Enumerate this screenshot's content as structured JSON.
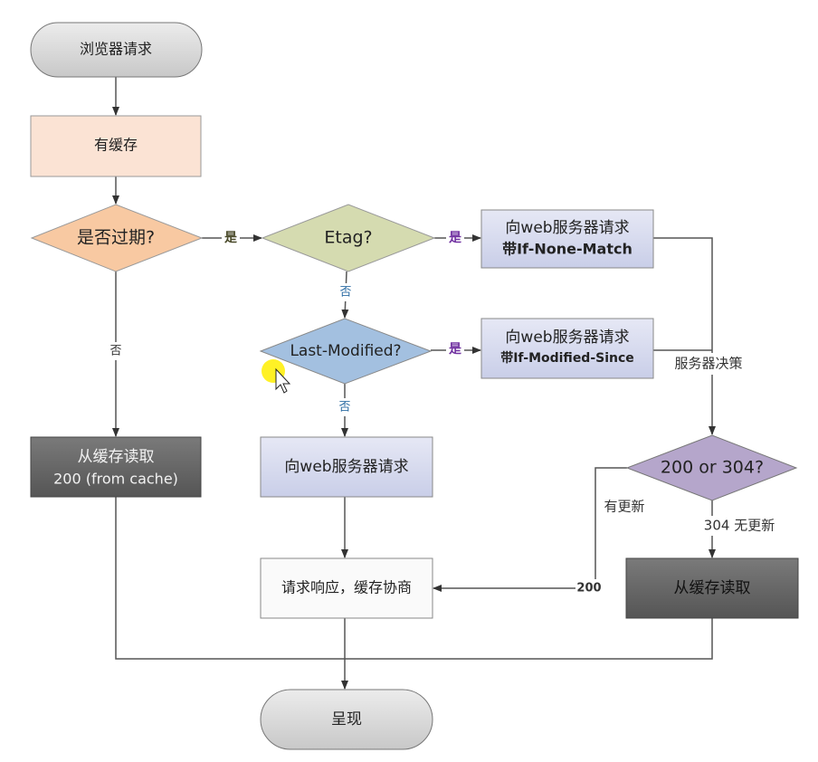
{
  "nodes": {
    "start": "浏览器请求",
    "has_cache": "有缓存",
    "expired": "是否过期?",
    "etag": "Etag?",
    "req_none_match": {
      "line1": "向web服务器请求",
      "line2": "带If-None-Match"
    },
    "last_modified": "Last-Modified?",
    "req_modified_since": {
      "line1": "向web服务器请求",
      "line2": "带If-Modified-Since"
    },
    "read_cache_200": {
      "line1": "从缓存读取",
      "line2": "200 (from cache)"
    },
    "req_server": "向web服务器请求",
    "status_decision": "200 or 304?",
    "response_negotiate": "请求响应，缓存协商",
    "read_cache_304": "从缓存读取",
    "end": "呈现"
  },
  "edge_labels": {
    "expired_yes": "是",
    "etag_yes": "是",
    "etag_no": "否",
    "lm_yes": "是",
    "lm_no": "否",
    "expired_no": "否",
    "server_decision": "服务器决策",
    "has_update": "有更新",
    "code_200": "200",
    "no_update": "304 无更新"
  },
  "colors": {
    "terminal": "#d9d9d9",
    "has_cache": "#fbe3d4",
    "expired": "#f8c9a2",
    "etag": "#d5dbb0",
    "request": "#d8dcef",
    "last_modified": "#a3c0e0",
    "cache_read": "#666666",
    "decision": "#b5a6cb",
    "yes_label": "#7030a0",
    "no_label": "#2e6da4"
  }
}
